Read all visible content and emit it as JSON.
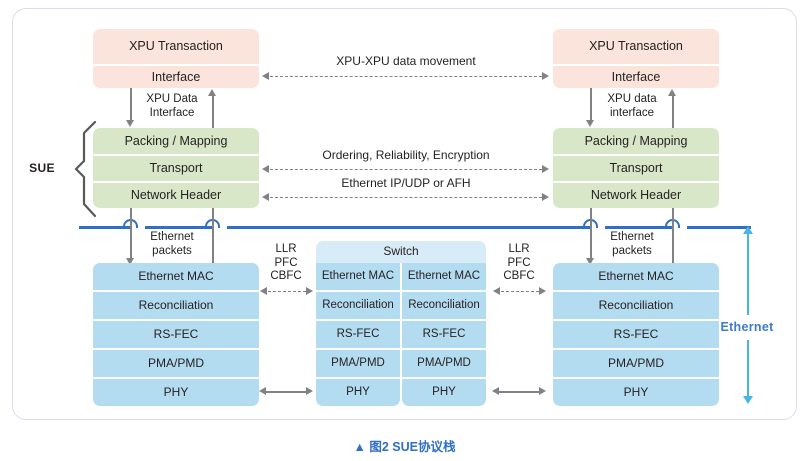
{
  "diagram": {
    "caption": "▲ 图2  SUE协议栈",
    "sue_bracket_label": "SUE",
    "ethernet_side_label": "Ethernet",
    "left_host": {
      "xpu_transaction": "XPU Transaction",
      "interface": "Interface",
      "xpu_data_interface": "XPU Data\nInterface",
      "packing_mapping": "Packing / Mapping",
      "transport": "Transport",
      "network_header": "Network Header",
      "ethernet_packets": "Ethernet\npackets",
      "stack": [
        "Ethernet MAC",
        "Reconciliation",
        "RS-FEC",
        "PMA/PMD",
        "PHY"
      ]
    },
    "right_host": {
      "xpu_transaction": "XPU Transaction",
      "interface": "Interface",
      "xpu_data_interface": "XPU data\ninterface",
      "packing_mapping": "Packing / Mapping",
      "transport": "Transport",
      "network_header": "Network Header",
      "ethernet_packets": "Ethernet\npackets",
      "stack": [
        "Ethernet MAC",
        "Reconciliation",
        "RS-FEC",
        "PMA/PMD",
        "PHY"
      ]
    },
    "switch": {
      "title": "Switch",
      "left_stack": [
        "Ethernet MAC",
        "Reconciliation",
        "RS-FEC",
        "PMA/PMD",
        "PHY"
      ],
      "right_stack": [
        "Ethernet MAC",
        "Reconciliation",
        "RS-FEC",
        "PMA/PMD",
        "PHY"
      ]
    },
    "link_labels": {
      "xpu_xpu": "XPU-XPU data movement",
      "ordering": "Ordering, Reliability, Encryption",
      "ethernet_ip": "Ethernet IP/UDP or AFH",
      "llr_left": "LLR\nPFC\nCBFC",
      "llr_right": "LLR\nPFC\nCBFC"
    },
    "colors": {
      "pink": "#fae4db",
      "green": "#d9e7c9",
      "blue": "#b4dcf1",
      "switch_header": "#d8ecf8",
      "ethernet_line": "#2f6fc4",
      "ethernet_arrow": "#49b4e4",
      "caption": "#2f6fc4",
      "frame_border": "#dcdcea",
      "connector": "#808285"
    }
  }
}
